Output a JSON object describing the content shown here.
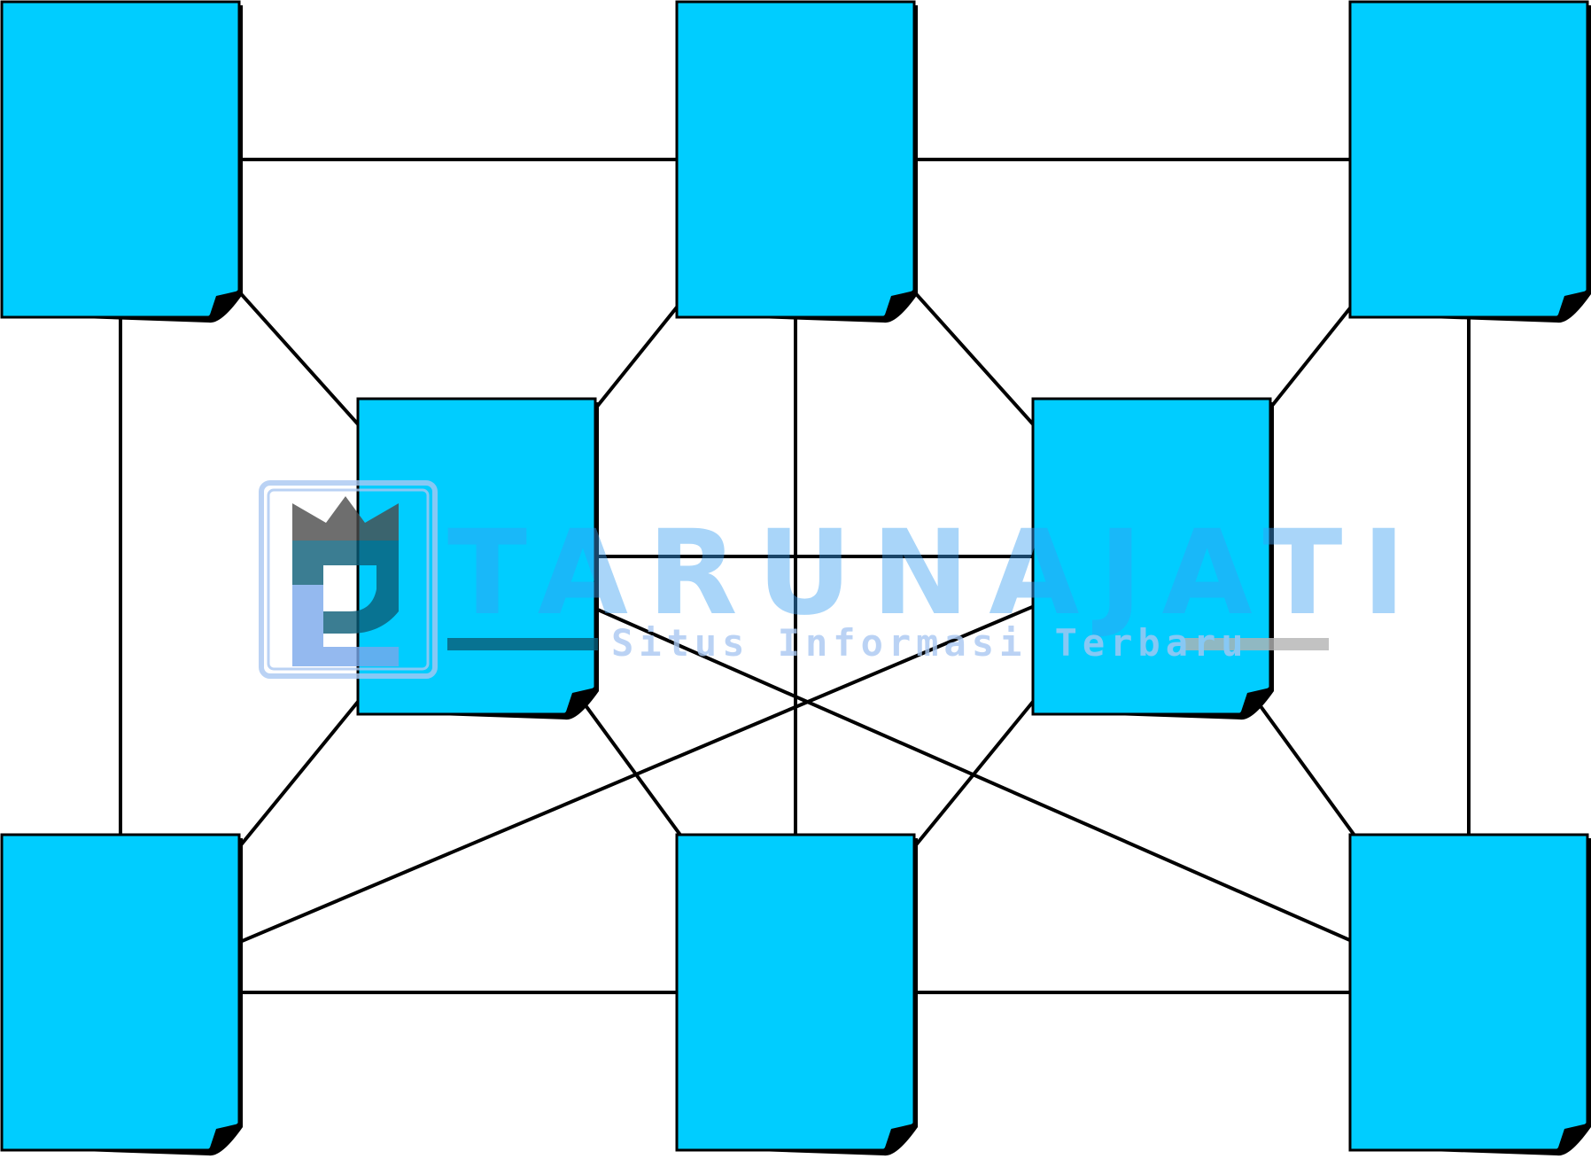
{
  "diagram": {
    "node_color": "#00cdff",
    "edge_color": "#000000",
    "background": "#ffffff",
    "nodes": [
      {
        "id": "n1",
        "shape": "page-curl"
      },
      {
        "id": "n2",
        "shape": "page-curl"
      },
      {
        "id": "n3",
        "shape": "page-curl"
      },
      {
        "id": "n4",
        "shape": "page-curl"
      },
      {
        "id": "n5",
        "shape": "page-curl"
      },
      {
        "id": "n6",
        "shape": "page-curl"
      },
      {
        "id": "n7",
        "shape": "page-curl"
      },
      {
        "id": "n8",
        "shape": "page-curl"
      }
    ],
    "edges": [
      [
        "n1",
        "n2"
      ],
      [
        "n2",
        "n3"
      ],
      [
        "n6",
        "n7"
      ],
      [
        "n7",
        "n8"
      ],
      [
        "n1",
        "n6"
      ],
      [
        "n2",
        "n7"
      ],
      [
        "n3",
        "n8"
      ],
      [
        "n1",
        "n4"
      ],
      [
        "n2",
        "n4"
      ],
      [
        "n2",
        "n5"
      ],
      [
        "n3",
        "n5"
      ],
      [
        "n4",
        "n6"
      ],
      [
        "n4",
        "n7"
      ],
      [
        "n5",
        "n7"
      ],
      [
        "n5",
        "n8"
      ],
      [
        "n4",
        "n5"
      ],
      [
        "n4",
        "n8"
      ],
      [
        "n5",
        "n6"
      ]
    ]
  },
  "watermark": {
    "title": "TARUNAJATI",
    "subtitle": "Situs Informasi Terbaru",
    "colors": {
      "blue": "#0c8fe8",
      "light": "#a9c8f2",
      "teal": "#0b5d78",
      "gray": "#b4b4b4"
    }
  }
}
